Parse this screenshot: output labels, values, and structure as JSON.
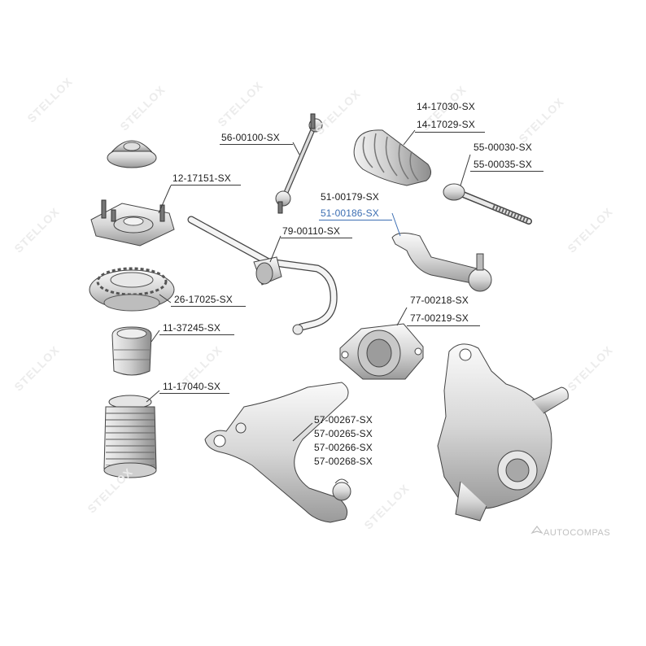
{
  "watermark_text": "STELLOX",
  "brand_text": "AUTOCOMPAS",
  "highlight_color": "#3d6fb3",
  "line_color": "#3a3a3a",
  "labels": {
    "strut_mount": "12-17151-SX",
    "coil_seat": "26-17025-SX",
    "bump_stop": "11-37245-SX",
    "dust_boot": "11-17040-SX",
    "stab_link": "56-00100-SX",
    "stab_bushing": "79-00110-SX",
    "rack_boot_1": "14-17030-SX",
    "rack_boot_2": "14-17029-SX",
    "tie_rod_1": "55-00030-SX",
    "tie_rod_2": "55-00035-SX",
    "tie_rod_end_1": "51-00179-SX",
    "tie_rod_end_2": "51-00186-SX",
    "arm_bushing_1": "77-00218-SX",
    "arm_bushing_2": "77-00219-SX",
    "control_arm_1": "57-00267-SX",
    "control_arm_2": "57-00265-SX",
    "control_arm_3": "57-00266-SX",
    "control_arm_4": "57-00268-SX"
  }
}
